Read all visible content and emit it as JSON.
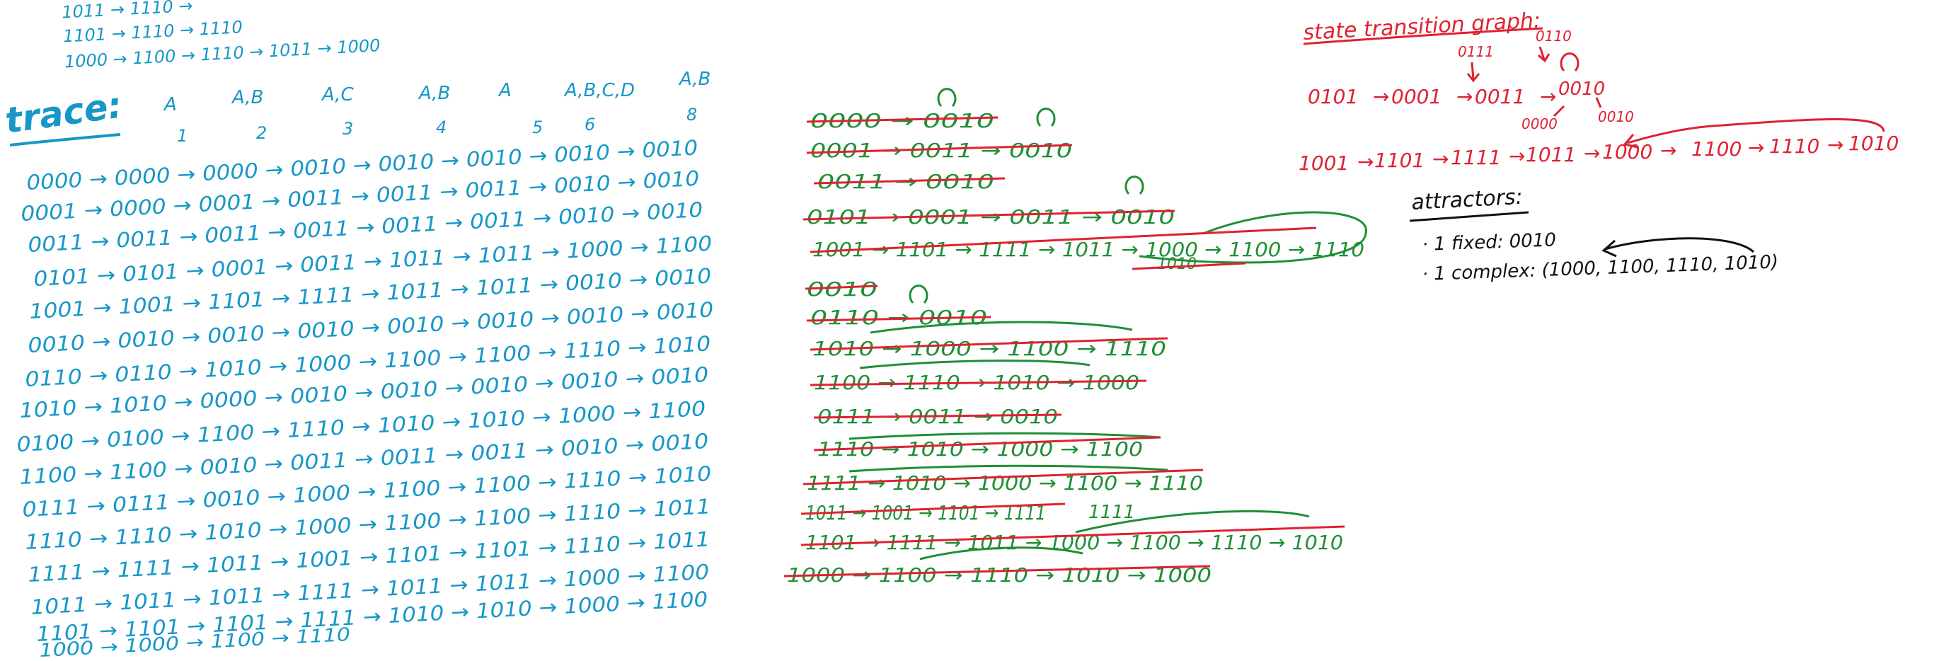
{
  "colors": {
    "blue": "#1797c8",
    "green": "#1f8f35",
    "red": "#df2231",
    "black": "#111111",
    "background": "#ffffff"
  },
  "top_left": {
    "lines": [
      "1011 → 1110 →",
      "1101 → 1110 → 1110",
      "1000 → 1100 → 1110 → 1011 → 1000"
    ]
  },
  "trace_table": {
    "title": "trace:",
    "column_labels": [
      "A",
      "A,B",
      "A,C",
      "A,B",
      "A",
      "A,B,C,D",
      "A,B"
    ],
    "step_numbers": [
      "1",
      "2",
      "3",
      "4",
      "5",
      "6",
      "8"
    ],
    "rows": [
      "0000 → 0000 → 0000 → 0010 → 0010 → 0010 → 0010 → 0010",
      "0001 → 0000 → 0001 → 0011 → 0011 → 0011 → 0010 → 0010",
      "0011 → 0011 → 0011 → 0011 → 0011 → 0011 → 0010 → 0010",
      "0101 → 0101 → 0001 → 0011 → 1011 → 1011 → 1000 → 1100",
      "1001 → 1001 → 1101 → 1111 → 1011 → 1011 → 0010 → 0010",
      "0010 → 0010 → 0010 → 0010 → 0010 → 0010 → 0010 → 0010",
      "0110 → 0110 → 1010 → 1000 → 1100 → 1100 → 1110 → 1010",
      "1010 → 1010 → 0000 → 0010 → 0010 → 0010 → 0010 → 0010",
      "0100 → 0100 → 1100 → 1110 → 1010 → 1010 → 1000 → 1100",
      "1100 → 1100 → 0010 → 0011 → 0011 → 0011 → 0010 → 0010",
      "0111 → 0111 → 0010 → 1000 → 1100 → 1100 → 1110 → 1010",
      "1110 → 1110 → 1010 → 1000 → 1100 → 1100 → 1110 → 1011",
      "1111 → 1111 → 1011 → 1001 → 1101 → 1101 → 1110 → 1011",
      "1011 → 1011 → 1011 → 1111 → 1011 → 1011 → 1000 → 1100",
      "1101 → 1101 → 1101 → 1111 → 1010 → 1010 → 1000 → 1100",
      "1000 → 1000 → 1100 → 1110"
    ]
  },
  "green_list": {
    "lines": [
      "0000 → 0010",
      "0001 → 0011 → 0010",
      "0011 → 0010",
      "0101 → 0001 → 0011 → 0010",
      "1001 → 1101 → 1111 → 1011 → 1000 → 1100 → 1110",
      "0010",
      "0110 → 0010",
      "1010 → 1000 → 1100 → 1110",
      "1100 → 1110 → 1010 → 1000",
      "0111 → 0011 → 0010",
      "1110 → 1010 → 1000 → 1100",
      "1111 → 1010 → 1000 → 1100 → 1110",
      "1011 → 1001 → 1101 → 1111",
      "1101 → 1111 → 1011 → 1000 → 1100 → 1110 → 1010",
      "1000 → 1100 → 1110 → 1010 → 1000"
    ],
    "extra_labels": [
      "1010",
      "1111"
    ]
  },
  "graph": {
    "title": "state transition graph:",
    "branch_labels": [
      "0111",
      "0110",
      "0000",
      "0010"
    ],
    "chain1": [
      "0101",
      "0001",
      "0011",
      "0010"
    ],
    "chain2": [
      "1001",
      "1101",
      "1111",
      "1011",
      "1000",
      "1100",
      "1110",
      "1010"
    ]
  },
  "attractors": {
    "title": "attractors:",
    "items": [
      "· 1 fixed: 0010",
      "· 1 complex: (1000, 1100, 1110, 1010)"
    ]
  }
}
